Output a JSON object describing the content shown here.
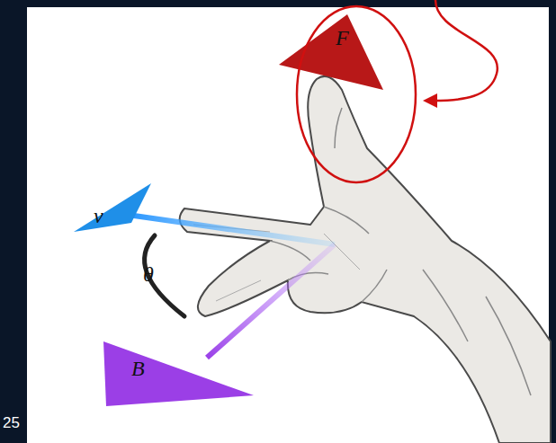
{
  "diagram": {
    "labels": [
      "F",
      "v",
      "θ",
      "B",
      "25"
    ]
  }
}
